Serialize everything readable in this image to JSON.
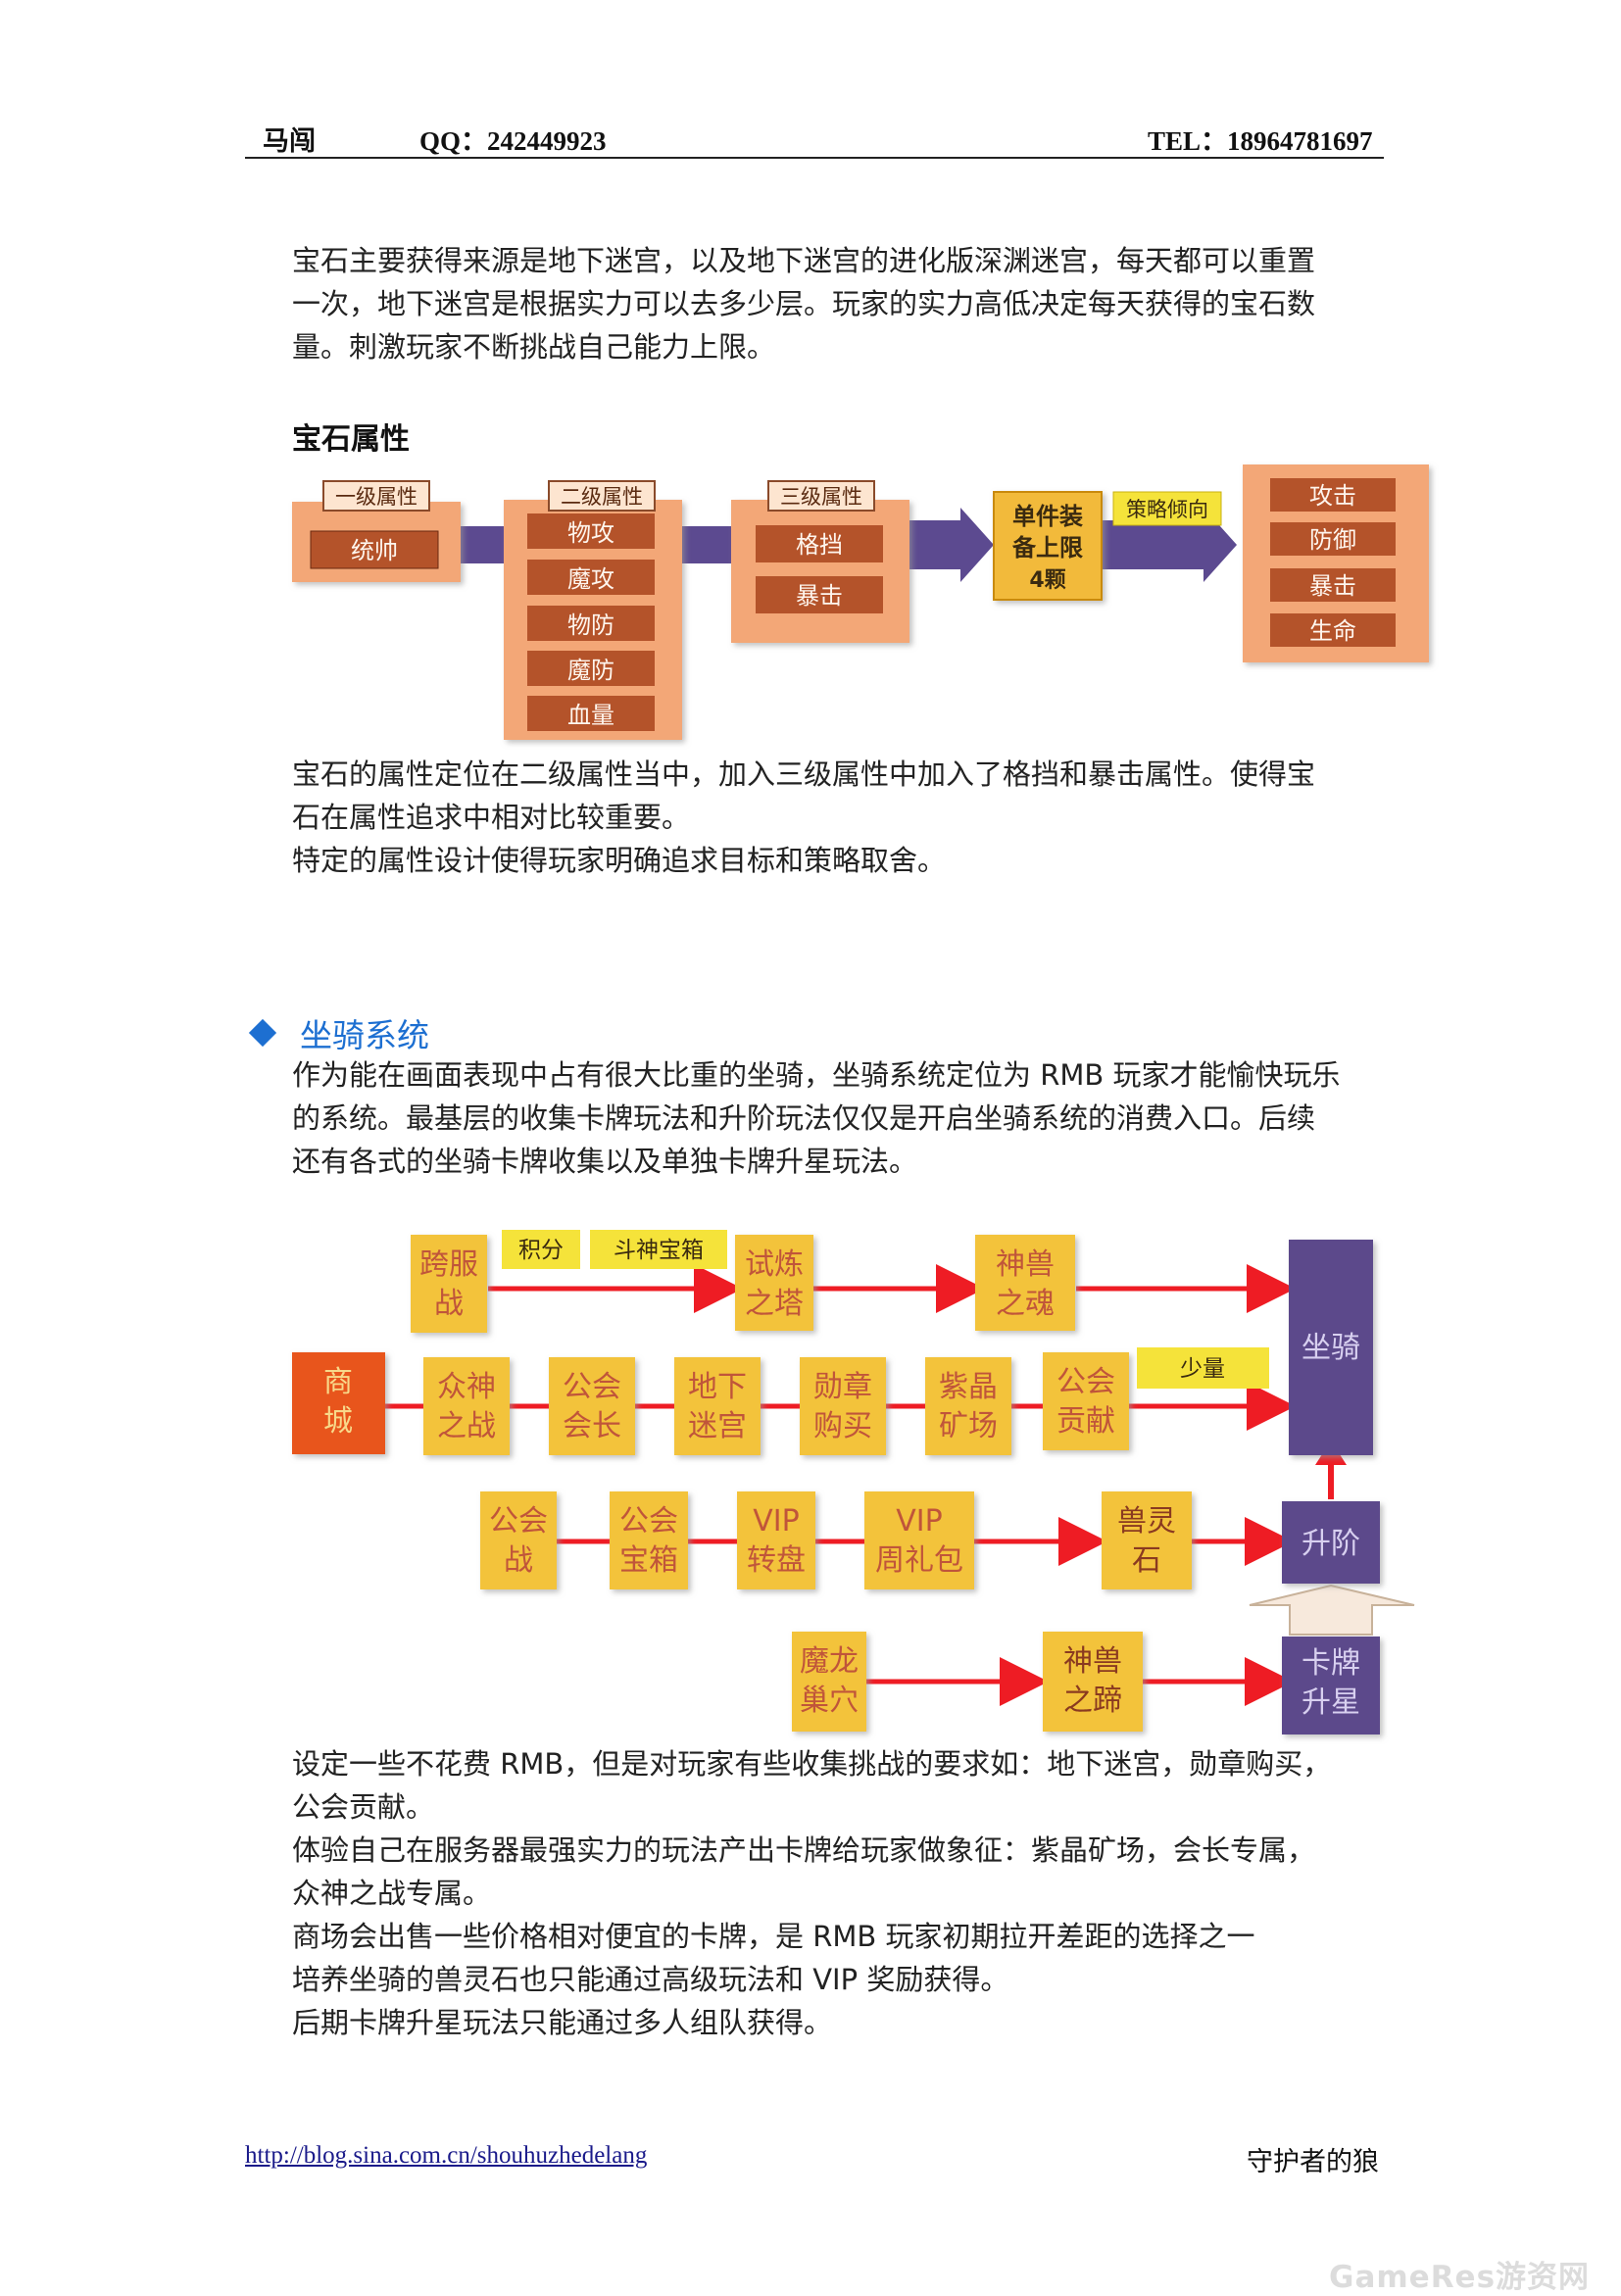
{
  "header": {
    "name": "马闯",
    "qq": "QQ：242449923",
    "tel": "TEL：18964781697"
  },
  "intro": {
    "lines": [
      "宝石主要获得来源是地下迷宫，以及地下迷宫的进化版深渊迷宫，每天都可以重置",
      "一次，地下迷宫是根据实力可以去多少层。玩家的实力高低决定每天获得的宝石数",
      "量。刺激玩家不断挑战自己能力上限。"
    ]
  },
  "gem_section": {
    "title": "宝石属性",
    "diagram": {
      "level1": {
        "title": "一级属性",
        "items": [
          "统帅"
        ]
      },
      "level2": {
        "title": "二级属性",
        "items": [
          "物攻",
          "魔攻",
          "物防",
          "魔防",
          "血量"
        ]
      },
      "level3": {
        "title": "三级属性",
        "items": [
          "格挡",
          "暴击"
        ]
      },
      "equip_limit": [
        "单件装",
        "备上限",
        "4颗"
      ],
      "strategy_label": "策略倾向",
      "results": [
        "攻击",
        "防御",
        "暴击",
        "生命"
      ]
    },
    "text": [
      "宝石的属性定位在二级属性当中，加入三级属性中加入了格挡和暴击属性。使得宝",
      "石在属性追求中相对比较重要。",
      "特定的属性设计使得玩家明确追求目标和策略取舍。"
    ]
  },
  "mount_section": {
    "title": "坐骑系统",
    "intro": [
      "作为能在画面表现中占有很大比重的坐骑，坐骑系统定位为 RMB 玩家才能愉快玩乐",
      "的系统。最基层的收集卡牌玩法和升阶玩法仅仅是开启坐骑系统的消费入口。后续",
      "还有各式的坐骑卡牌收集以及单独卡牌升星玩法。"
    ],
    "diagram": {
      "row1": {
        "source": [
          "跨服",
          "战"
        ],
        "tags": [
          "积分",
          "斗神宝箱"
        ],
        "tower": [
          "试炼",
          "之塔"
        ],
        "soul": [
          "神兽",
          "之魂"
        ]
      },
      "row2": {
        "store": [
          "商",
          "城"
        ],
        "nodes": [
          [
            "众神",
            "之战"
          ],
          [
            "公会",
            "会长"
          ],
          [
            "地下",
            "迷宫"
          ],
          [
            "勋章",
            "购买"
          ],
          [
            "紫晶",
            "矿场"
          ],
          [
            "公会",
            "贡献"
          ]
        ],
        "small_tag": "少量"
      },
      "row3": {
        "nodes": [
          [
            "公会",
            "战"
          ],
          [
            "公会",
            "宝箱"
          ],
          [
            "VIP",
            "转盘"
          ],
          [
            "VIP",
            "周礼包"
          ]
        ],
        "stone": [
          "兽灵",
          "石"
        ]
      },
      "row4": {
        "source": [
          "魔龙",
          "巢穴"
        ],
        "hoof": [
          "神兽",
          "之蹄"
        ]
      },
      "targets": {
        "mount": "坐骑",
        "upgrade": "升阶",
        "card_star": [
          "卡牌",
          "升星"
        ]
      }
    },
    "text": [
      "设定一些不花费 RMB，但是对玩家有些收集挑战的要求如：地下迷宫，勋章购买，",
      "公会贡献。",
      "体验自己在服务器最强实力的玩法产出卡牌给玩家做象征：紫晶矿场，会长专属，",
      "众神之战专属。",
      "商场会出售一些价格相对便宜的卡牌，是 RMB 玩家初期拉开差距的选择之一",
      "培养坐骑的兽灵石也只能通过高级玩法和 VIP 奖励获得。",
      "后期卡牌升星玩法只能通过多人组队获得。"
    ]
  },
  "footer": {
    "link": "http://blog.sina.com.cn/shouhuzhedelang",
    "right": "守护者的狼"
  },
  "watermark": "GameRes游资网",
  "colors": {
    "orange_box": "#f4a460",
    "brown_label": "#b5562a",
    "gold_box": "#f3c33a",
    "arrow_red": "#ee1c24",
    "purple": "#5b4a8b",
    "store_red": "#e8541c",
    "section_blue": "#1d6fd1"
  }
}
